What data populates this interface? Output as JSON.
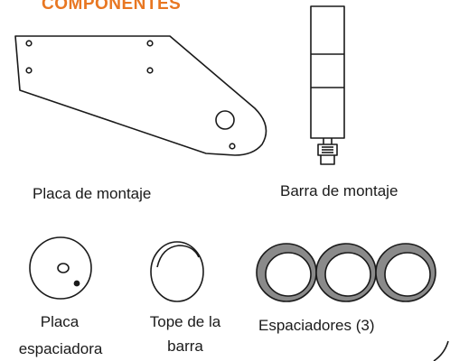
{
  "title": "COMPONENTES",
  "colors": {
    "title": "#e87722",
    "line": "#1a1a1a",
    "spacer_ring": "#8a8a8a"
  },
  "parts": {
    "mounting_plate": {
      "label": "Placa de montaje"
    },
    "mounting_bar": {
      "label": "Barra de montaje"
    },
    "spacer_plate": {
      "label_line1": "Placa",
      "label_line2": "espaciadora"
    },
    "bar_stop": {
      "label_line1": "Tope de la",
      "label_line2": "barra"
    },
    "spacers": {
      "label": "Espaciadores (3)",
      "count": 3
    }
  }
}
